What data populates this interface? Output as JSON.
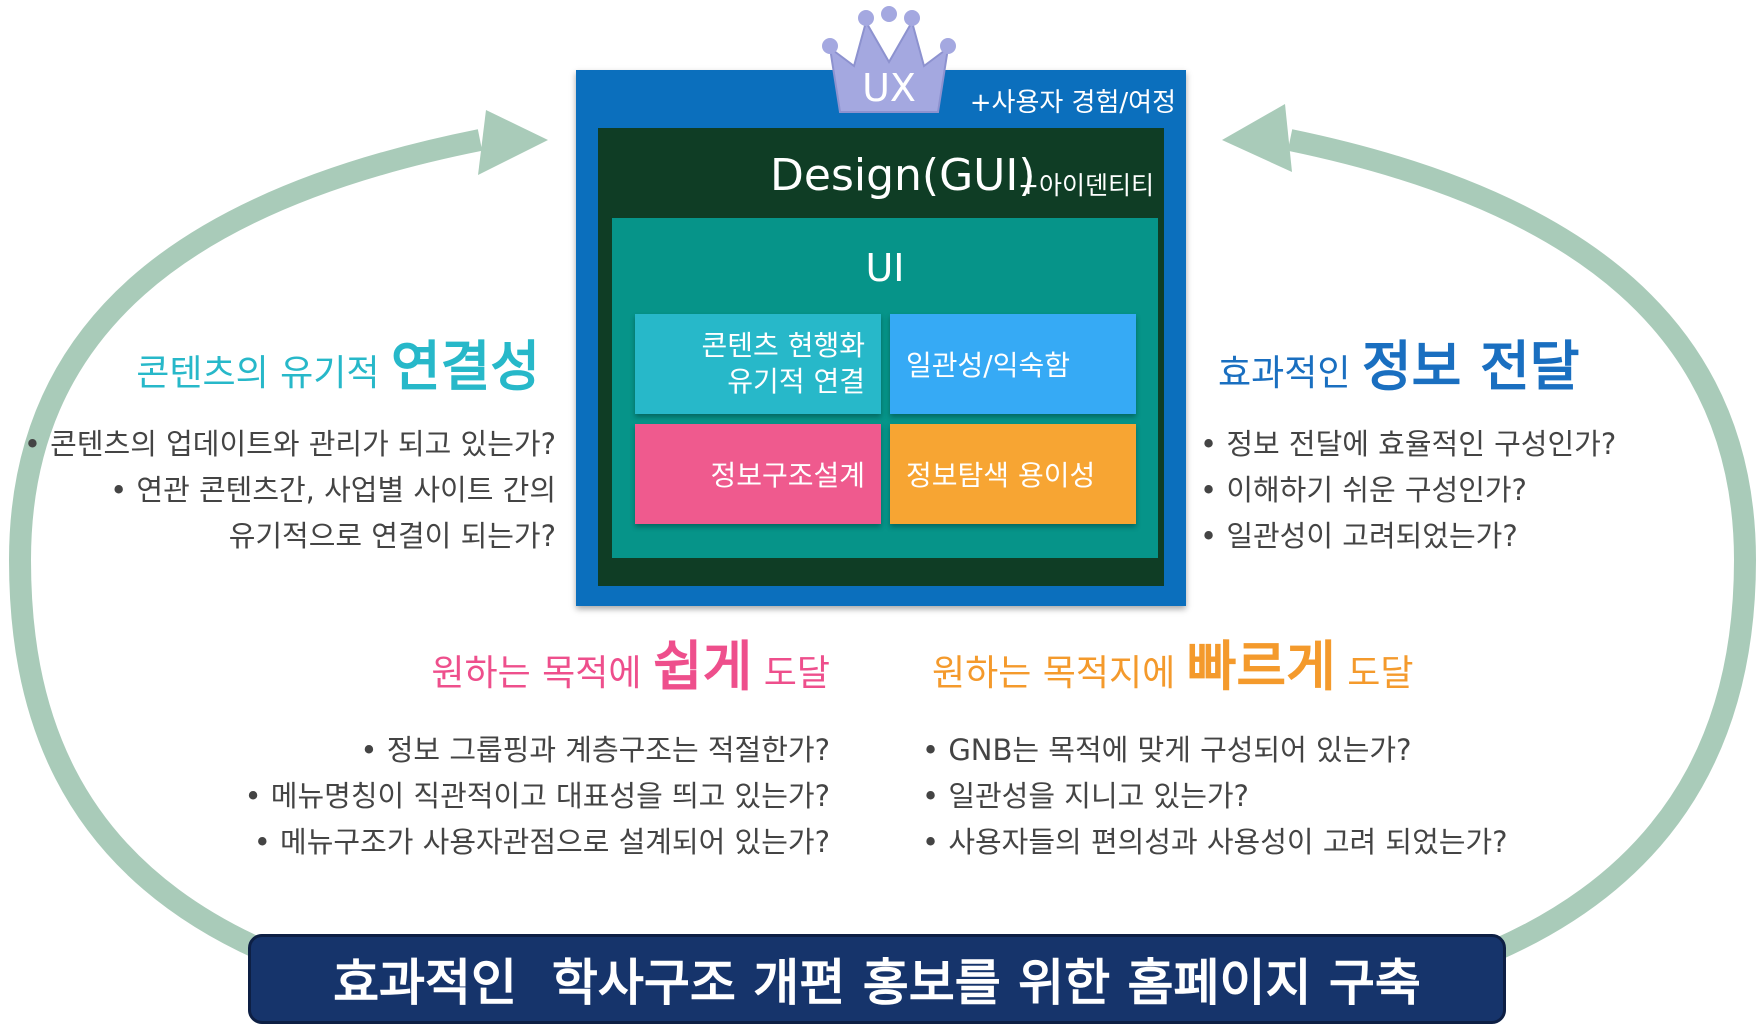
{
  "colors": {
    "cycle_arrow": "#a9cbb9",
    "ux_box": "#0b6fbd",
    "design_box": "#0f3d25",
    "ui_box": "#069489",
    "cell_content": "#27b8c9",
    "cell_consistency": "#36aaf5",
    "cell_ia": "#ef5a8e",
    "cell_search": "#f7a533",
    "teal_heading": "#27b8c9",
    "blue_heading": "#1a6fc0",
    "pink_heading": "#ee4f8c",
    "orange_heading": "#f49a2c",
    "crown": "#a4a8e0",
    "banner": "#16346b"
  },
  "center": {
    "ux_label": "UX",
    "ux_sub": "+사용자 경험/여정",
    "design_title": "Design(GUI)",
    "design_sub": "+아이덴티티",
    "ui_title": "UI",
    "cells": {
      "content_line1": "콘텐츠 현행화",
      "content_line2": "유기적 연결",
      "consistency": "일관성/익숙함",
      "ia": "정보구조설계",
      "search": "정보탐색 용이성"
    }
  },
  "left_block": {
    "heading_pre": "콘텐츠의 유기적 ",
    "heading_em": "연결성",
    "bullets": [
      "• 콘텐츠의 업데이트와 관리가 되고 있는가?",
      "• 연관 콘텐츠간, 사업별 사이트 간의",
      "유기적으로 연결이 되는가?"
    ]
  },
  "right_block": {
    "heading_pre": "효과적인 ",
    "heading_em": "정보 전달",
    "bullets": [
      "• 정보 전달에 효율적인 구성인가?",
      "• 이해하기 쉬운 구성인가?",
      "• 일관성이 고려되었는가?"
    ]
  },
  "bottom_left_block": {
    "heading_pre": "원하는 목적에 ",
    "heading_em": "쉽게",
    "heading_post": " 도달",
    "bullets": [
      "•  정보 그룹핑과 계층구조는 적절한가?",
      "•  메뉴명칭이 직관적이고 대표성을 띄고 있는가?",
      "•  메뉴구조가 사용자관점으로 설계되어 있는가?"
    ]
  },
  "bottom_right_block": {
    "heading_pre": "원하는 목적지에 ",
    "heading_em": "빠르게",
    "heading_post": " 도달",
    "bullets": [
      "• GNB는 목적에 맞게 구성되어 있는가?",
      "• 일관성을 지니고 있는가?",
      "• 사용자들의 편의성과 사용성이 고려 되었는가?"
    ]
  },
  "banner": {
    "text": "효과적인  학사구조 개편 홍보를 위한 홈페이지 구축"
  }
}
